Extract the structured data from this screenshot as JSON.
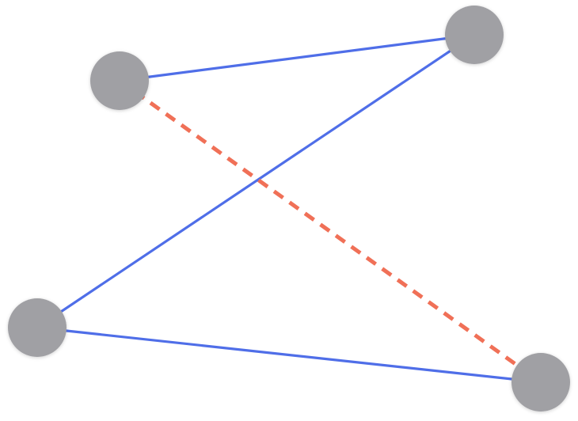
{
  "diagram": {
    "type": "graph",
    "node_color": "#a0a0a4",
    "nodes": [
      {
        "id": "n1"
      },
      {
        "id": "n2"
      },
      {
        "id": "n3"
      },
      {
        "id": "n4"
      }
    ],
    "edges": [
      {
        "from": "n1",
        "to": "n2",
        "style": "solid",
        "color": "#4f6ee8"
      },
      {
        "from": "n2",
        "to": "n3",
        "style": "solid",
        "color": "#4f6ee8"
      },
      {
        "from": "n3",
        "to": "n4",
        "style": "solid",
        "color": "#4f6ee8"
      },
      {
        "from": "n1",
        "to": "n4",
        "style": "dashed",
        "color": "#f07057"
      }
    ]
  }
}
